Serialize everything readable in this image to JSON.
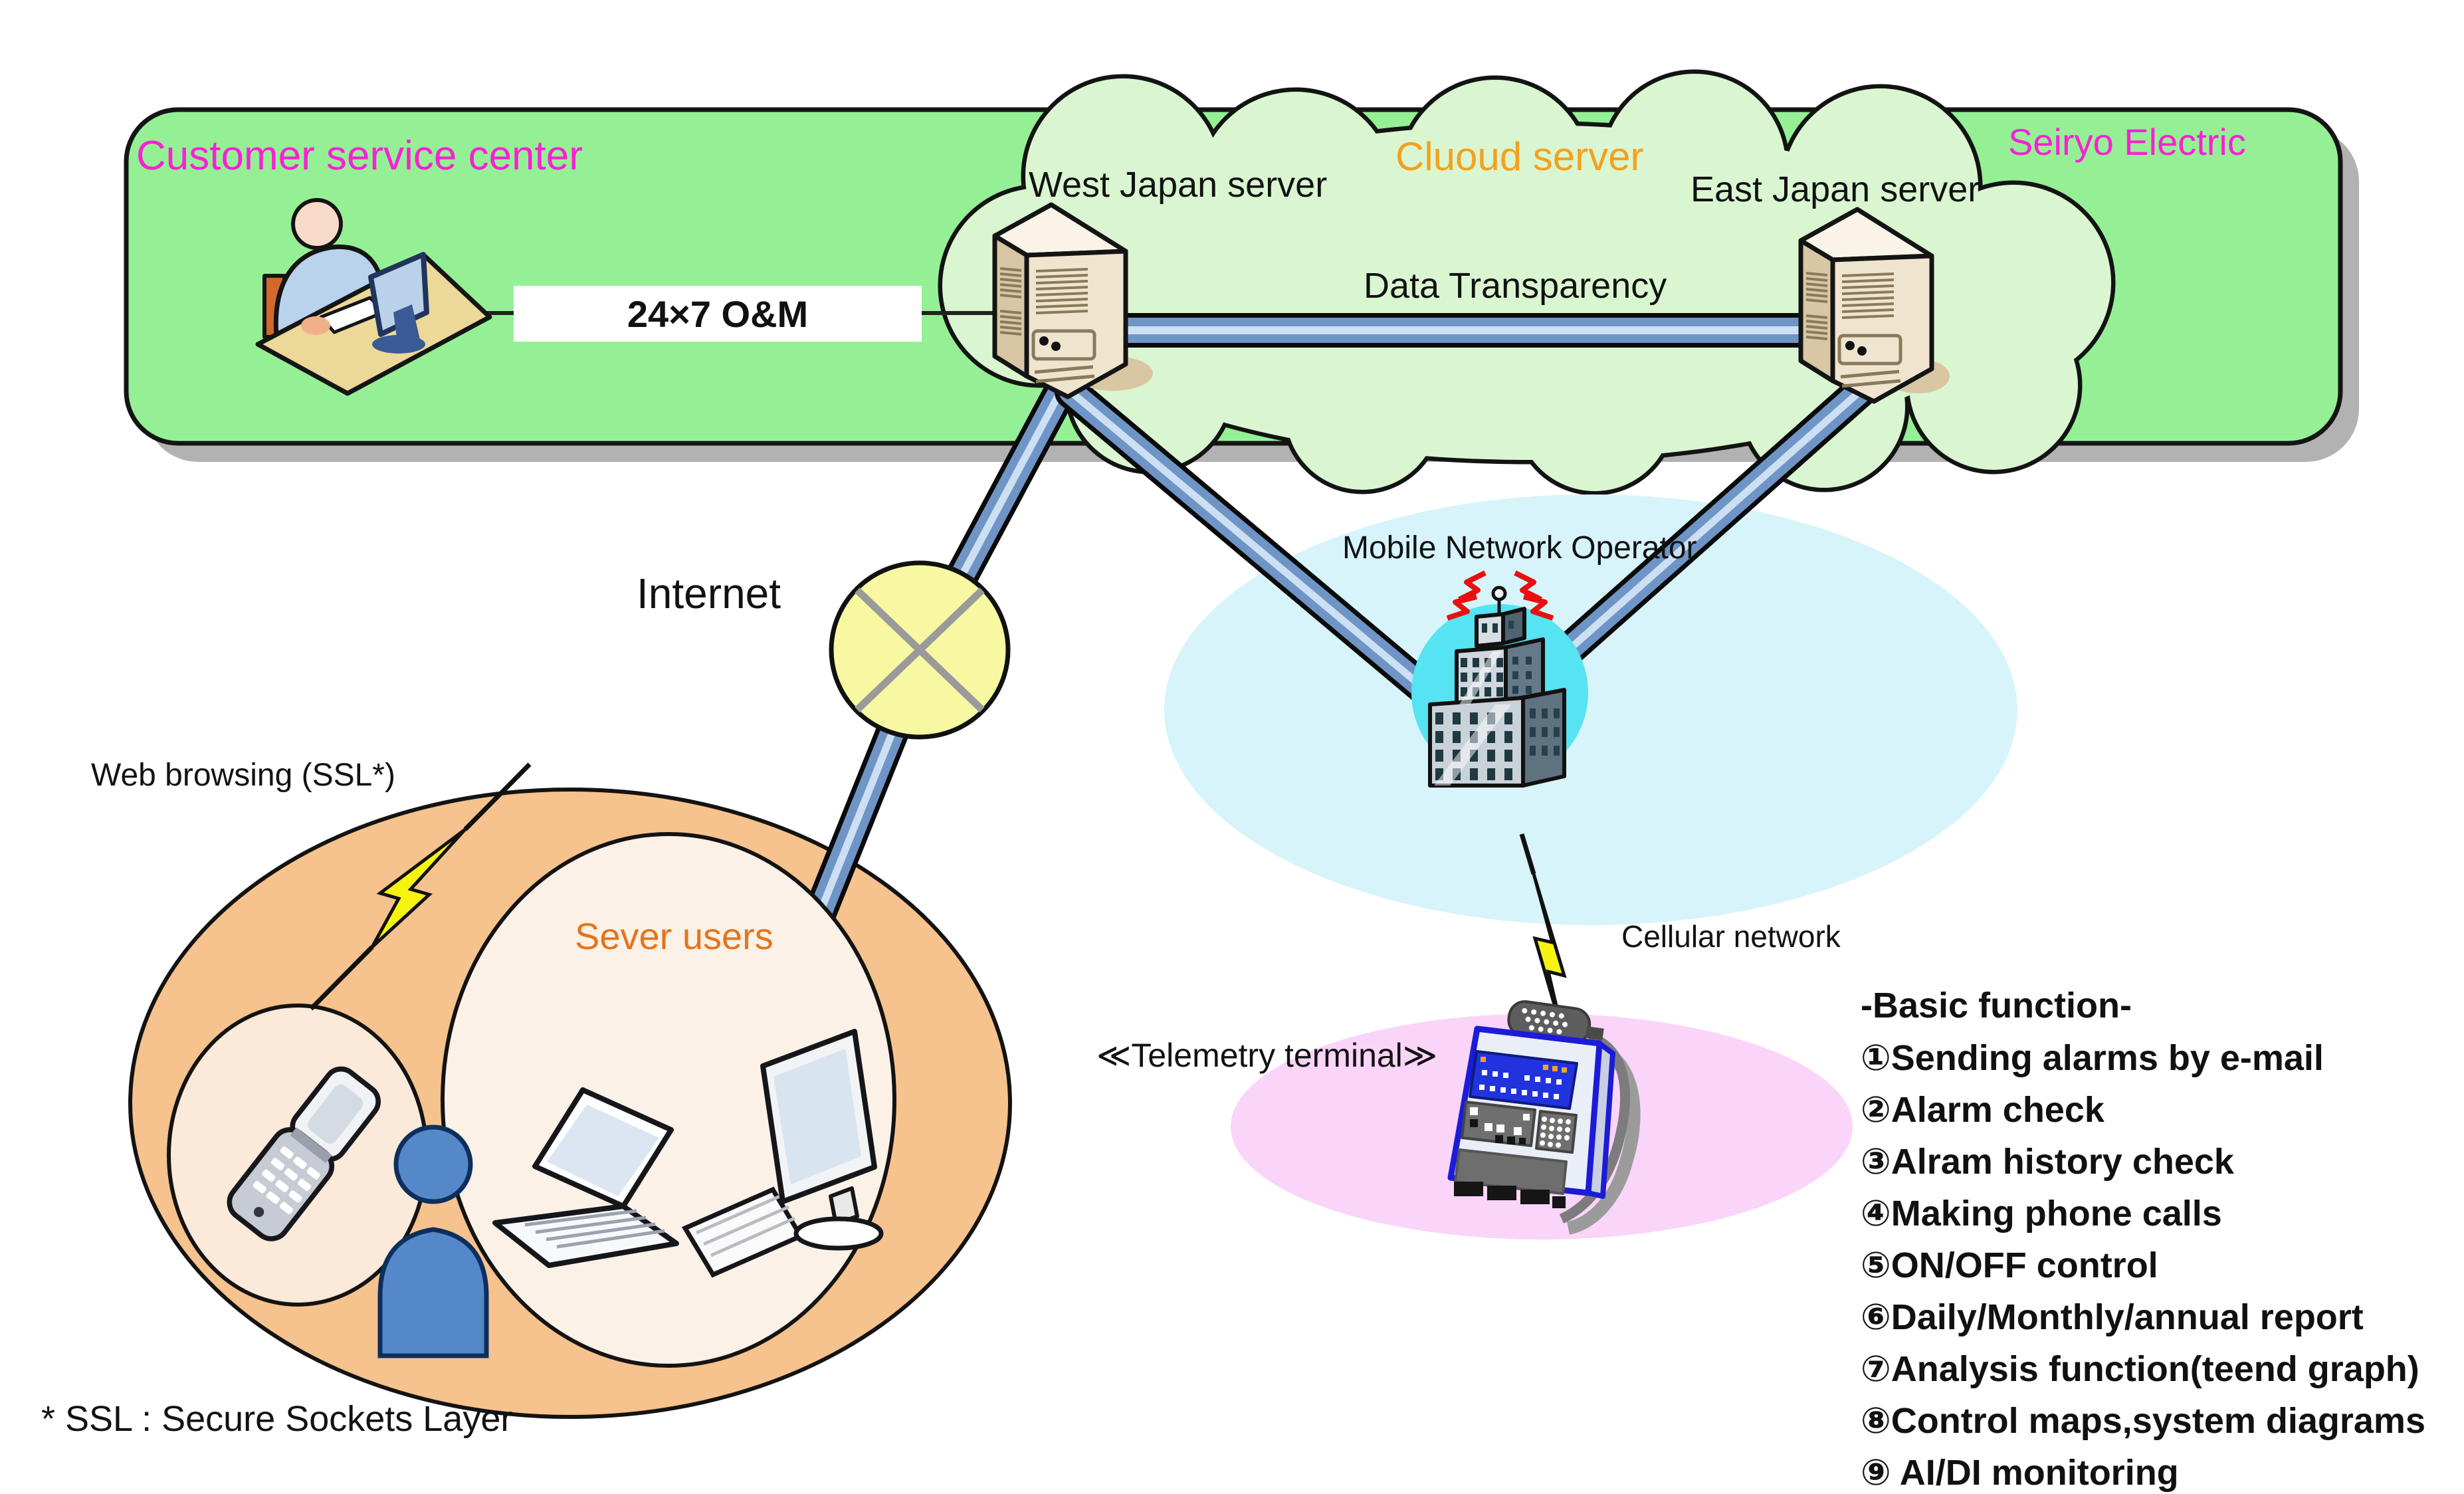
{
  "header": {
    "customer_service_center": "Customer service center",
    "seiryo_electric": "Seiryo Electric"
  },
  "cloud": {
    "title": "Cluoud server",
    "west_server": "West Japan server",
    "east_server": "East Japan server",
    "data_transparency": "Data Transparency",
    "om_badge": "24×7 O&M"
  },
  "network": {
    "internet": "Internet",
    "mobile_operator": "Mobile Network Operator",
    "cellular": "Cellular network",
    "web_browsing": "Web browsing (SSL*)"
  },
  "users": {
    "label": "Sever users"
  },
  "telemetry": {
    "label": "≪Telemetry terminal≫"
  },
  "basic_functions": {
    "title": "-Basic function-",
    "items": [
      "①Sending alarms by e-mail",
      "②Alarm check",
      "③Alram history check",
      "④Making phone calls",
      "⑤ON/OFF control",
      "⑥Daily/Monthly/annual report",
      "⑦Analysis function(teend graph)",
      "⑧Control maps,system diagrams",
      "⑨ AI/DI monitoring"
    ]
  },
  "footnote": "* SSL : Secure Sockets Layer",
  "icons": {
    "person_at_desk": "customer service operator at desk with monitor",
    "server_tower": "beige server tower",
    "internet_node": "yellow circle with gray X",
    "mobile_operator_building": "skyscraper with antenna and radio waves",
    "flip_phone": "mobile flip phone",
    "laptop": "laptop computer",
    "keyboard": "keyboard",
    "monitor": "desktop monitor",
    "user_silhouette": "blue person silhouette",
    "telemetry_device": "blue telemetry terminal with antenna",
    "lightning_bolt": "yellow wireless link bolt"
  },
  "colors": {
    "magenta": "#fb1fd7",
    "orange_title": "#f5a01e",
    "orange_users": "#e2751d",
    "box_green": "#95f095",
    "cloud_green": "#d9f6d0",
    "cyan_light": "#d6f4f9",
    "cyan_bright": "#56e3f2",
    "users_peach": "#f6c28d",
    "pink": "#fad4f9",
    "yellow_node": "#f8f8a2",
    "pipe_blue": "#6e95c5"
  }
}
